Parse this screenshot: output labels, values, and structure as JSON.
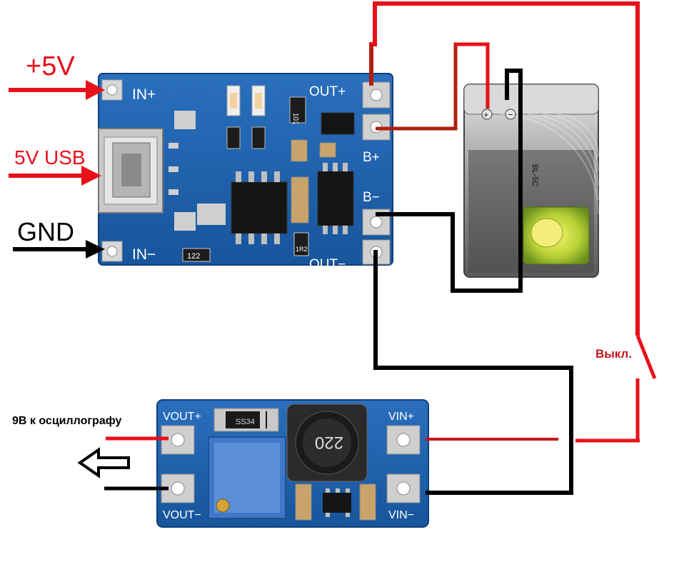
{
  "input_labels": {
    "plus5v": "+5V",
    "usb": "5V USB",
    "gnd": "GND"
  },
  "charger_board": {
    "in_plus": "IN+",
    "in_minus": "IN−",
    "out_plus": "OUT+",
    "out_minus": "OUT−",
    "b_plus": "B+",
    "b_minus": "B−",
    "smd_122": "122",
    "smd_101": "101",
    "smd_1r2": "1R2"
  },
  "battery": {
    "model": "BL-5C",
    "plus_mark": "+",
    "minus_mark": "−"
  },
  "switch_label": "Выкл.",
  "boost_board": {
    "vout_plus": "VOUT+",
    "vout_minus": "VOUT−",
    "vin_plus": "VIN+",
    "vin_minus": "VIN−",
    "inductor_value": "220",
    "diode_code": "SS34"
  },
  "output_label": "9В к осциллографу",
  "colors": {
    "wire_red": "#e8101a",
    "wire_dark_red": "#b0200e",
    "wire_black": "#000000",
    "pcb_blue": "#1a5ca6",
    "pcb_dark": "#114a8a",
    "label_red": "#c8141e"
  }
}
